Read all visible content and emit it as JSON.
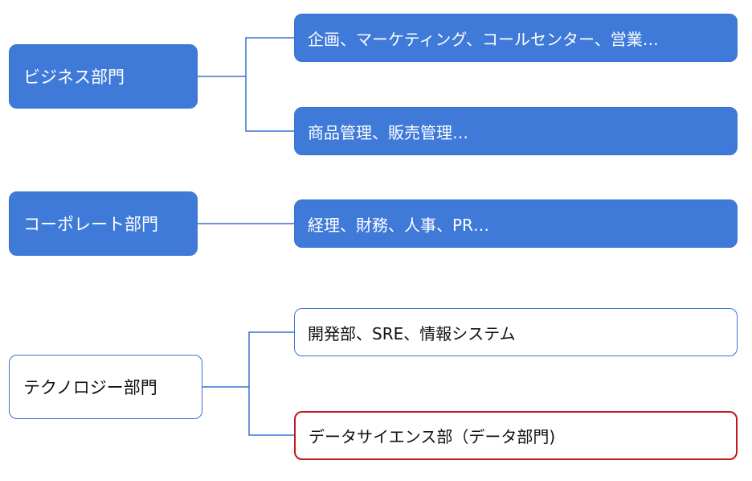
{
  "business": {
    "label": "ビジネス部門",
    "children": [
      "企画、マーケティング、コールセンター、営業…",
      "商品管理、販売管理…"
    ]
  },
  "corporate": {
    "label": "コーポレート部門",
    "children": [
      "経理、財務、人事、PR…"
    ]
  },
  "technology": {
    "label": "テクノロジー部門",
    "children": [
      "開発部、SRE、情報システム",
      "データサイエンス部（データ部門)"
    ]
  },
  "colors": {
    "fill": "#3f7ad9",
    "connector": "#3a72cf",
    "highlight_border": "#c0151b"
  }
}
